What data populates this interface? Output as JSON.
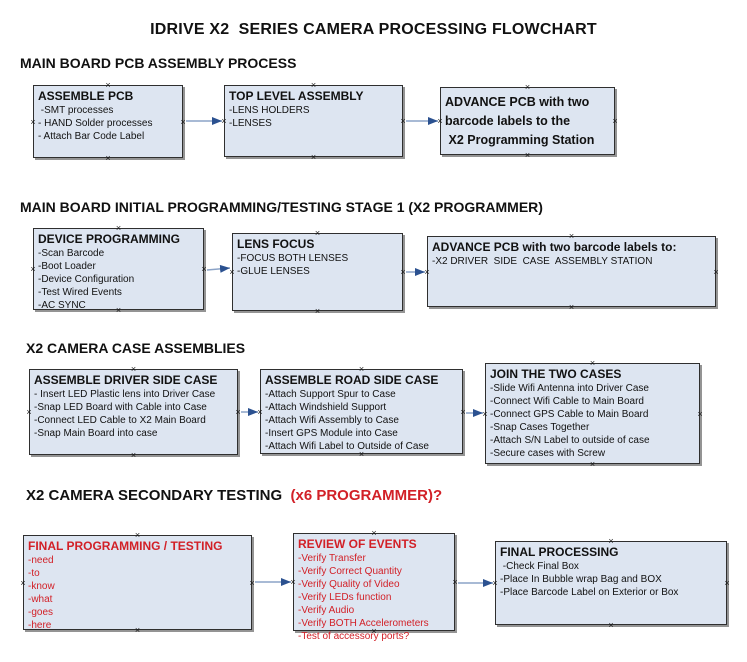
{
  "page": {
    "title": "IDRIVE X2  SERIES CAMERA PROCESSING FLOWCHART"
  },
  "icons": {
    "connection_handle": "×"
  },
  "colors": {
    "box_fill": "#dde5f1",
    "box_border": "#2f2f2f",
    "box_shadow": "#949494",
    "arrow_line": "#8ba3c7",
    "arrow_head": "#2b5190",
    "red_text": "#d22027",
    "black_text": "#111111"
  },
  "sections": [
    {
      "heading": "MAIN BOARD PCB ASSEMBLY PROCESS",
      "boxes": [
        {
          "title": "ASSEMBLE PCB",
          "items": [
            " -SMT processes",
            "- HAND Solder processes",
            "- Attach Bar Code Label"
          ]
        },
        {
          "title": "TOP LEVEL ASSEMBLY",
          "items": [
            "-LENS HOLDERS",
            "-LENSES"
          ]
        },
        {
          "title": "ADVANCE PCB with two barcode labels to the\n X2 Programming Station",
          "items": []
        }
      ]
    },
    {
      "heading": "MAIN BOARD INITIAL PROGRAMMING/TESTING STAGE 1 (X2 PROGRAMMER)",
      "boxes": [
        {
          "title": "DEVICE PROGRAMMING",
          "items": [
            "-Scan Barcode",
            "-Boot Loader",
            "-Device Configuration",
            "-Test Wired Events",
            "-AC SYNC"
          ]
        },
        {
          "title": "LENS FOCUS",
          "items": [
            "-FOCUS BOTH LENSES",
            "-GLUE LENSES"
          ]
        },
        {
          "title": "ADVANCE PCB with two barcode labels to:",
          "items": [
            "-X2 DRIVER  SIDE  CASE  ASSEMBLY STATION"
          ]
        }
      ]
    },
    {
      "heading": "X2 CAMERA CASE ASSEMBLIES",
      "boxes": [
        {
          "title": "ASSEMBLE DRIVER SIDE CASE",
          "items": [
            "- Insert LED Plastic lens into Driver Case",
            "-Snap LED Board with Cable into Case",
            "-Connect LED Cable to X2 Main Board",
            "-Snap Main Board into case"
          ]
        },
        {
          "title": "ASSEMBLE ROAD SIDE CASE",
          "items": [
            "-Attach Support Spur to Case",
            "-Attach Windshield Support",
            "-Attach Wifi Assembly to Case",
            "-Insert GPS Module into Case",
            "-Attach Wifi Label to Outside of Case"
          ]
        },
        {
          "title": "JOIN THE TWO CASES",
          "items": [
            "-Slide Wifi Antenna into Driver Case",
            "-Connect Wifi Cable to Main Board",
            "-Connect GPS Cable to Main Board",
            "-Snap Cases Together",
            "-Attach S/N Label to outside of case",
            "-Secure cases with Screw"
          ]
        }
      ]
    },
    {
      "heading": "X2 CAMERA SECONDARY TESTING  ",
      "heading_red": "(x6 PROGRAMMER)?",
      "boxes": [
        {
          "title": "FINAL PROGRAMMING / TESTING",
          "items": [
            "-need",
            "-to",
            "-know",
            "-what",
            "-goes",
            "-here"
          ]
        },
        {
          "title": "REVIEW OF EVENTS",
          "items": [
            "-Verify Transfer",
            "-Verify Correct Quantity",
            "-Verify Quality of Video",
            "-Verify LEDs function",
            "-Verify Audio",
            "-Verify BOTH Accelerometers",
            "-Test of accessory ports?"
          ]
        },
        {
          "title": "FINAL PROCESSING",
          "items": [
            " -Check Final Box",
            "-Place In Bubble wrap Bag and BOX",
            "-Place Barcode Label on Exterior or Box"
          ]
        }
      ]
    }
  ]
}
